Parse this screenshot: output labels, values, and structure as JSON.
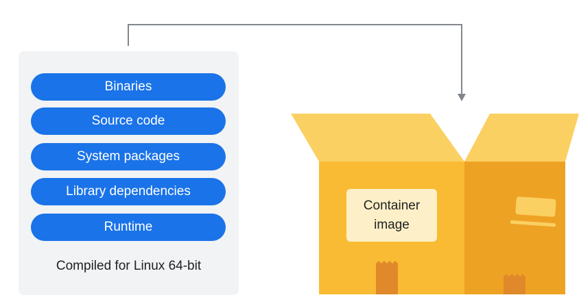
{
  "layers": [
    {
      "label": "Binaries"
    },
    {
      "label": "Source code"
    },
    {
      "label": "System packages"
    },
    {
      "label": "Library dependencies"
    },
    {
      "label": "Runtime"
    }
  ],
  "panel_caption": "Compiled for Linux 64-bit",
  "container": {
    "line1": "Container",
    "line2": "image"
  },
  "colors": {
    "pill": "#1a73e8",
    "panel": "#f1f3f4",
    "box_front": "#f9bb34",
    "box_side": "#eea224",
    "box_flap_light": "#fbd062",
    "arrow": "#80868b"
  }
}
